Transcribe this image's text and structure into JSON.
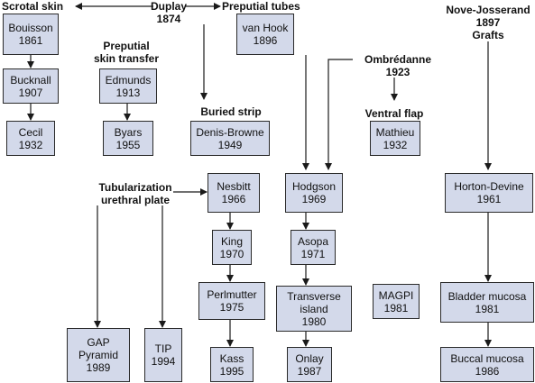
{
  "labels": {
    "scrotal_skin": "Scrotal skin",
    "duplay": "Duplay",
    "duplay_year": "1874",
    "preputial_tubes": "Preputial tubes",
    "nove_josserand": "Nove-Josserand",
    "nove_year": "1897",
    "grafts": "Grafts",
    "preputial_skin_transfer_1": "Preputial",
    "preputial_skin_transfer_2": "skin transfer",
    "buried_strip": "Buried strip",
    "ombredanne": "Ombrédanne",
    "ombredanne_year": "1923",
    "ventral_flap": "Ventral flap",
    "tubularization_1": "Tubularization",
    "tubularization_2": "urethral plate"
  },
  "boxes": {
    "bouisson": [
      "Bouisson",
      "1861"
    ],
    "bucknall": [
      "Bucknall",
      "1907"
    ],
    "cecil": [
      "Cecil",
      "1932"
    ],
    "edmunds": [
      "Edmunds",
      "1913"
    ],
    "byars": [
      "Byars",
      "1955"
    ],
    "denis_browne": [
      "Denis-Browne",
      "1949"
    ],
    "van_hook": [
      "van Hook",
      "1896"
    ],
    "mathieu": [
      "Mathieu",
      "1932"
    ],
    "nesbitt": [
      "Nesbitt",
      "1966"
    ],
    "king": [
      "King",
      "1970"
    ],
    "perlmutter": [
      "Perlmutter",
      "1975"
    ],
    "kass": [
      "Kass",
      "1995"
    ],
    "hodgson": [
      "Hodgson",
      "1969"
    ],
    "asopa": [
      "Asopa",
      "1971"
    ],
    "transverse_island": [
      "Transverse",
      "island",
      "1980"
    ],
    "onlay": [
      "Onlay",
      "1987"
    ],
    "magpi": [
      "MAGPI",
      "1981"
    ],
    "horton_devine": [
      "Horton-Devine",
      "1961"
    ],
    "bladder_mucosa": [
      "Bladder mucosa",
      "1981"
    ],
    "buccal_mucosa": [
      "Buccal mucosa",
      "1986"
    ],
    "gap": [
      "GAP",
      "Pyramid",
      "1989"
    ],
    "tip": [
      "TIP",
      "1994"
    ]
  },
  "colors": {
    "box_fill": "#d3d9ea",
    "line": "#1a1a1a"
  }
}
